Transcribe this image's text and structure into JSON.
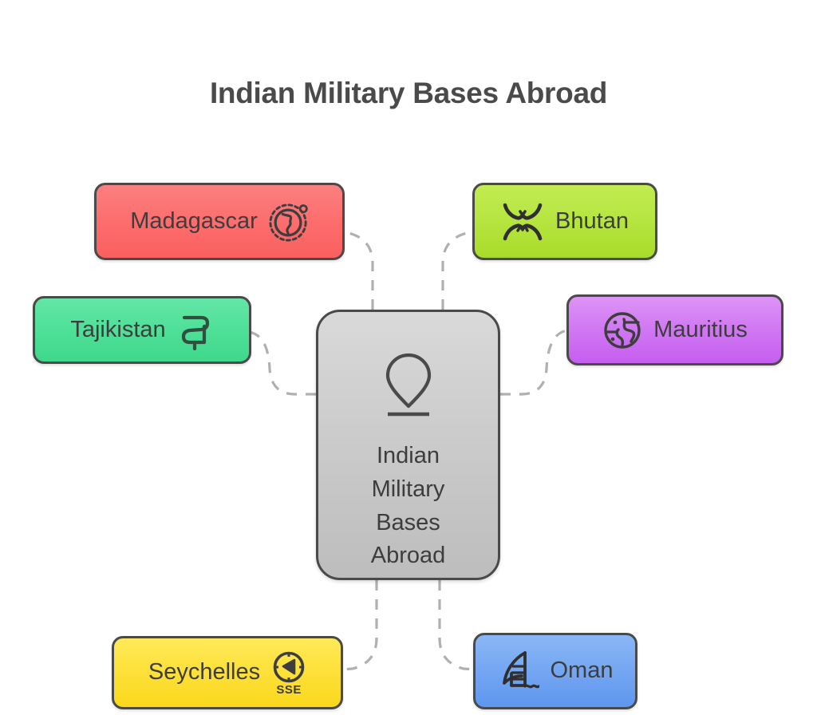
{
  "page": {
    "title": "Indian Military Bases Abroad",
    "background_color": "#ffffff",
    "title_color": "#4a4a4a"
  },
  "center": {
    "label": "Indian\nMilitary\nBases\nAbroad",
    "icon": "map-pin-icon",
    "fill_color": "#cccccc",
    "border_color": "#4a4a4a"
  },
  "branches": [
    {
      "id": "madagascar",
      "label": "Madagascar",
      "icon": "globe-africa-orbit-icon",
      "icon_side": "right",
      "fill_color": "#fd6e6e",
      "border_color": "#4a4a4a",
      "position": "top-left"
    },
    {
      "id": "bhutan",
      "label": "Bhutan",
      "icon": "mountain-peaks-icon",
      "icon_side": "left",
      "fill_color": "#b5e53f",
      "border_color": "#4a4a4a",
      "position": "top-right"
    },
    {
      "id": "tajikistan",
      "label": "Tajikistan",
      "icon": "ribbon-glyph-icon",
      "icon_side": "right",
      "fill_color": "#4fe098",
      "border_color": "#4a4a4a",
      "position": "middle-left"
    },
    {
      "id": "mauritius",
      "label": "Mauritius",
      "icon": "globe-island-icon",
      "icon_side": "left",
      "fill_color": "#d077f2",
      "border_color": "#4a4a4a",
      "position": "middle-right"
    },
    {
      "id": "seychelles",
      "label": "Seychelles",
      "icon": "compass-icon",
      "icon_caption": "SSE",
      "icon_side": "right",
      "fill_color": "#fde038",
      "border_color": "#4a4a4a",
      "position": "bottom-left"
    },
    {
      "id": "oman",
      "label": "Oman",
      "icon": "sail-tower-waves-icon",
      "icon_side": "left",
      "fill_color": "#74a6f2",
      "border_color": "#4a4a4a",
      "position": "bottom-right"
    }
  ],
  "connectors": {
    "style": "dashed",
    "color": "#b0b0b0",
    "count": 6
  }
}
